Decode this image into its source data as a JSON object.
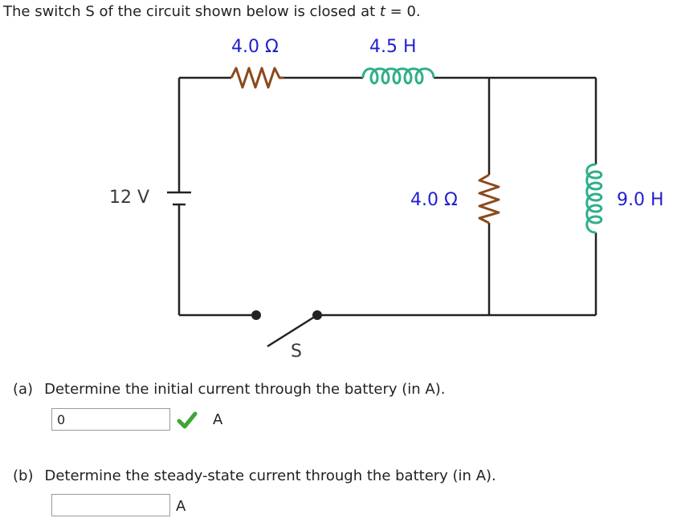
{
  "prompt": {
    "text_before": "The switch S of the circuit shown below is closed at ",
    "var": "t",
    "text_after": " = 0."
  },
  "circuit": {
    "resistor_top": "4.0 Ω",
    "inductor_top": "4.5 H",
    "battery": "12 V",
    "resistor_mid": "4.0 Ω",
    "inductor_right": "9.0 H",
    "switch": "S",
    "colors": {
      "wire": "#222222",
      "resistor": "#8b4a1c",
      "inductor": "#2fae8a",
      "label": "#1f1fd1",
      "check": "#3fa535"
    }
  },
  "questions": [
    {
      "label": "(a)",
      "text": "Determine the initial current through the battery (in A).",
      "value": "0",
      "unit": "A",
      "status": "correct"
    },
    {
      "label": "(b)",
      "text": "Determine the steady-state current through the battery (in A).",
      "value": "",
      "unit": "A",
      "status": ""
    }
  ]
}
